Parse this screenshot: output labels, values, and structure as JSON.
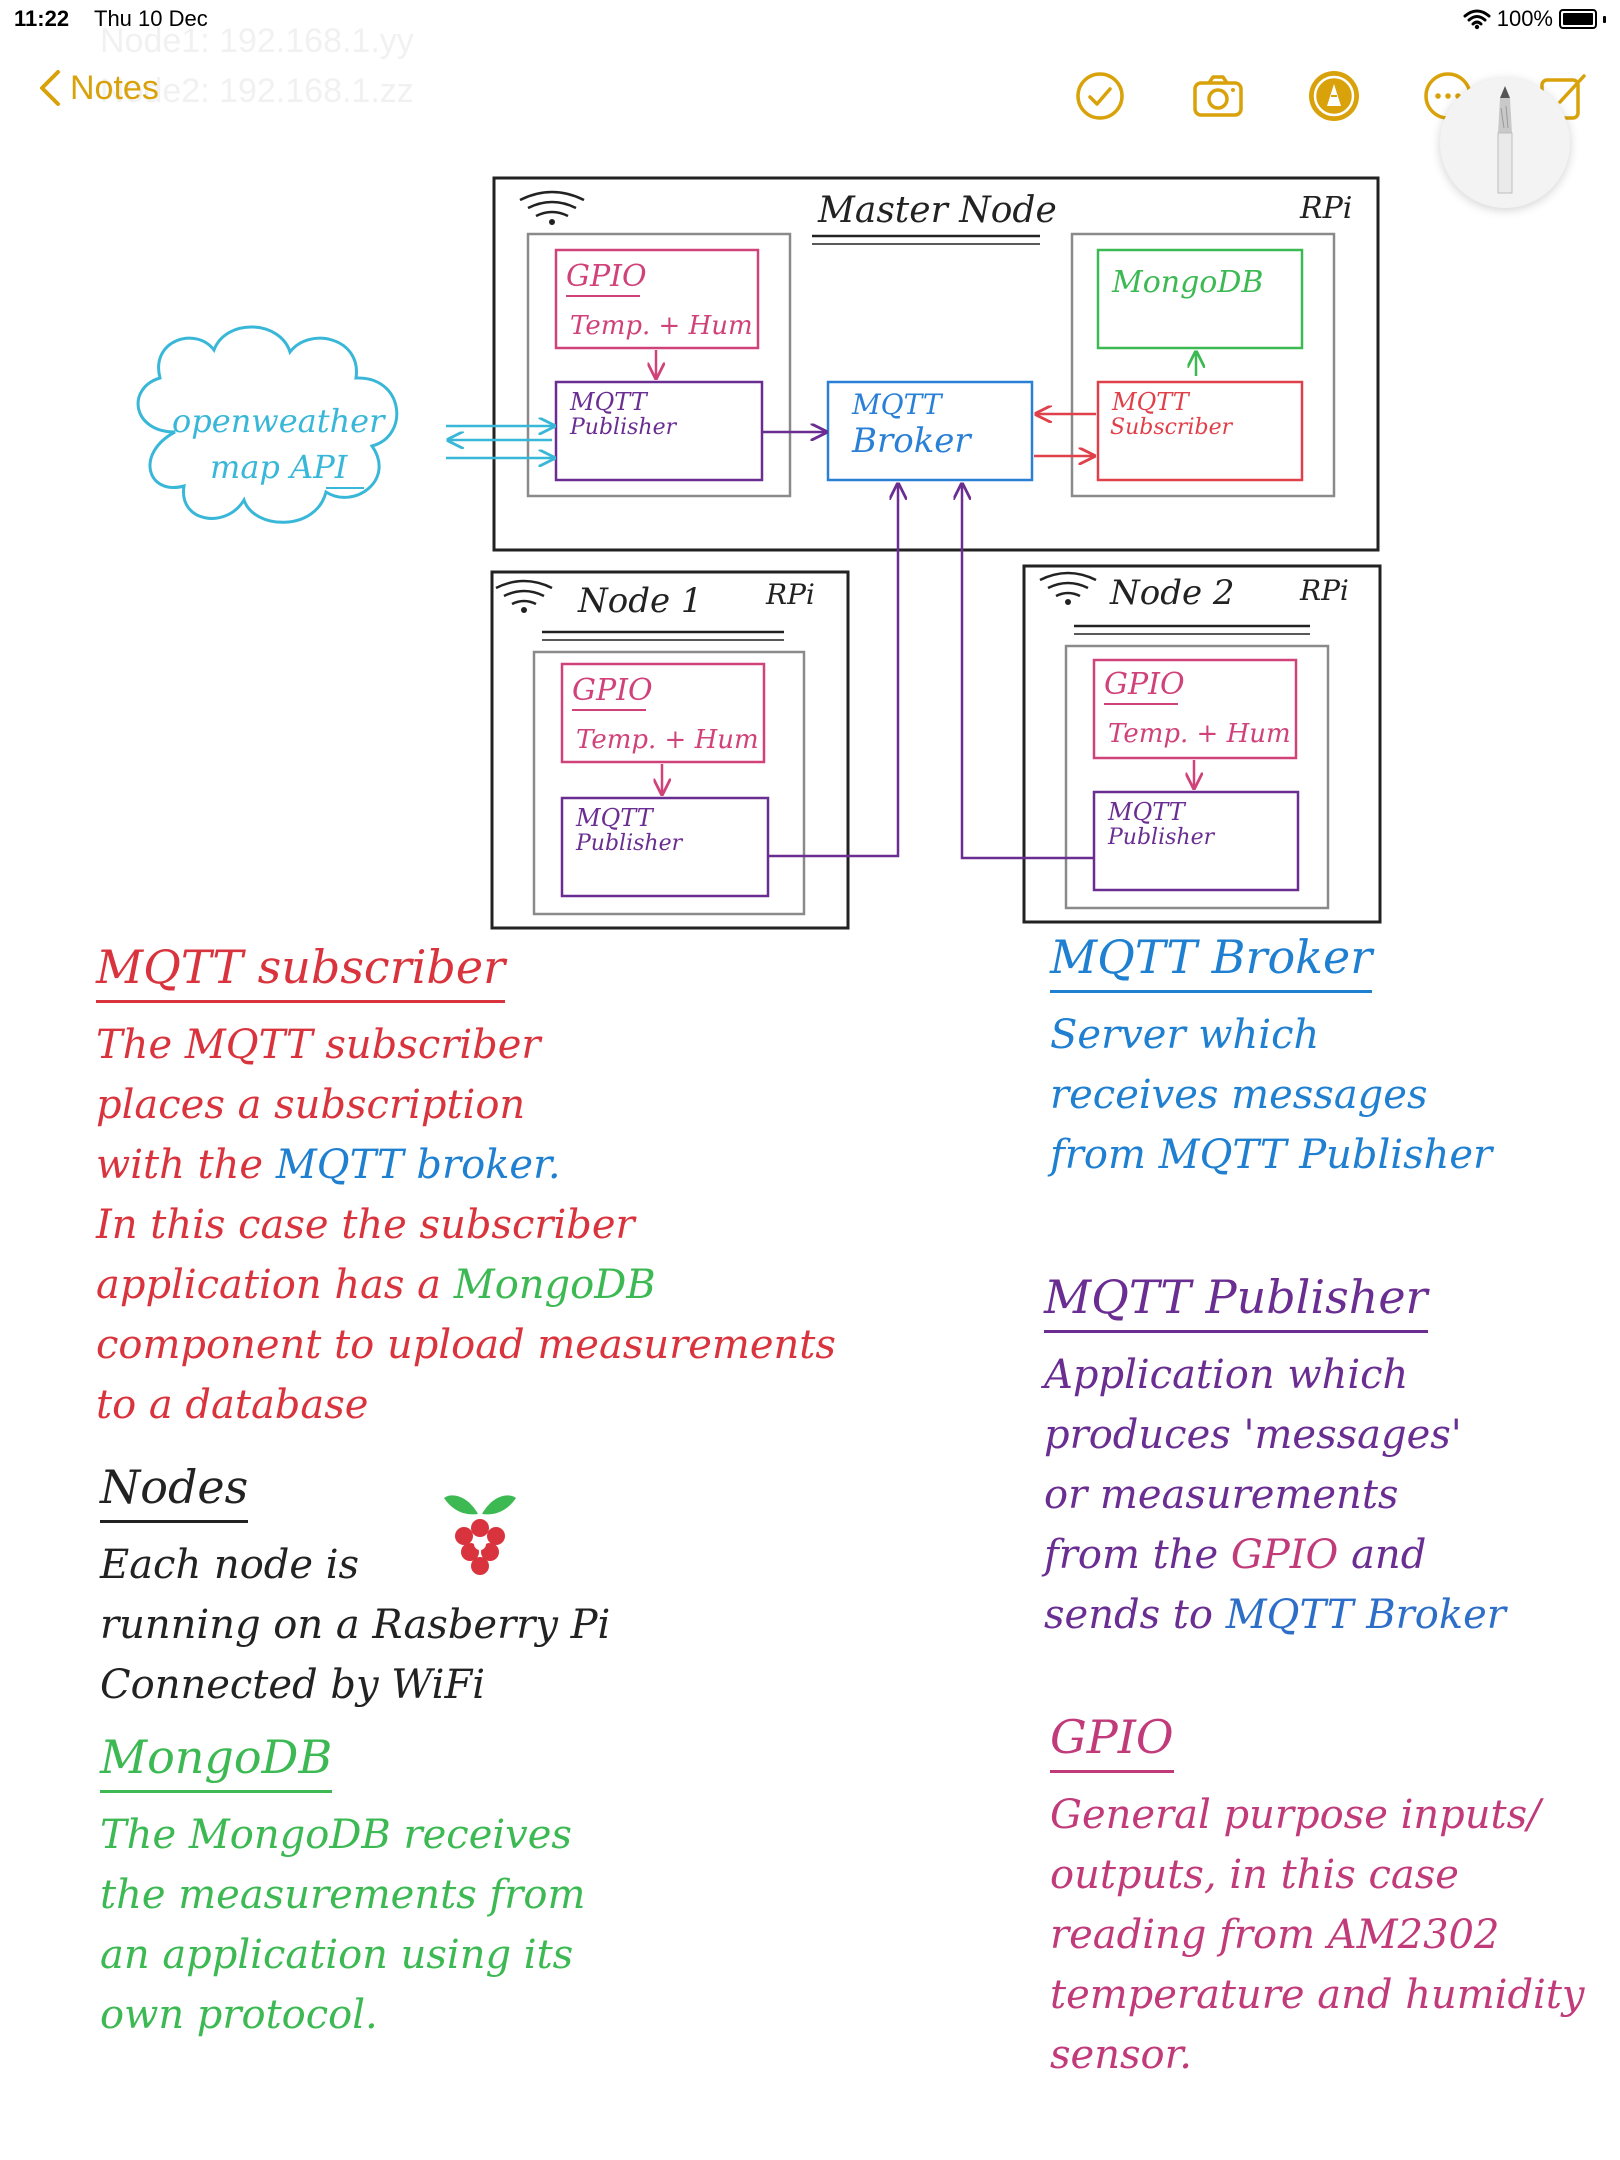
{
  "status_bar": {
    "time": "11:22",
    "date": "Thu 10 Dec",
    "battery": "100%"
  },
  "nav": {
    "back_label": "Notes",
    "ghost_lines": [
      "Node1: 192.168.1.yy",
      "Node2: 192.168.1.zz"
    ]
  },
  "colors": {
    "accent": "#d9a20b",
    "gpio": "#d0427a",
    "publisher": "#6a2d91",
    "broker": "#2a7fd6",
    "mongodb": "#3cb953",
    "subscriber": "#e0404a",
    "api": "#39b7d8"
  },
  "diagram": {
    "master": {
      "title": "Master Node",
      "rpi": "RPi",
      "gpio": "GPIO",
      "temp": "Temp. + Hum",
      "publisher_line1": "MQTT",
      "publisher_line2": "Publisher",
      "broker_line1": "MQTT",
      "broker_line2": "Broker",
      "mongodb": "MongoDB",
      "subscriber_line1": "MQTT",
      "subscriber_line2": "Subscriber"
    },
    "api": {
      "line1": "openweather",
      "line2": "map API"
    },
    "node1": {
      "title": "Node 1",
      "rpi": "RPi",
      "gpio": "GPIO",
      "temp": "Temp. + Hum",
      "publisher_line1": "MQTT",
      "publisher_line2": "Publisher"
    },
    "node2": {
      "title": "Node 2",
      "rpi": "RPi",
      "gpio": "GPIO",
      "temp": "Temp. + Hum",
      "publisher_line1": "MQTT",
      "publisher_line2": "Publisher"
    }
  },
  "notes": {
    "subscriber": {
      "title": "MQTT subscriber",
      "line1": "The MQTT subscriber",
      "line2": "places a subscription",
      "line3_pre": "with the",
      "line3_hl": "MQTT broker.",
      "line4": "In this case the subscriber",
      "line5_pre": "application has a",
      "line5_hl": "MongoDB",
      "line6": "component to upload measurements",
      "line7": "to a database"
    },
    "nodes": {
      "title": "Nodes",
      "line1": "Each node is",
      "line2": "running on a Rasberry Pi",
      "line3": "Connected by WiFi"
    },
    "mongodb": {
      "title": "MongoDB",
      "line1": "The MongoDB receives",
      "line2": "the measurements from",
      "line3": "an application using its",
      "line4": "own protocol."
    },
    "broker": {
      "title": "MQTT Broker",
      "line1": "Server which",
      "line2": "receives messages",
      "line3": "from MQTT Publisher"
    },
    "publisher": {
      "title": "MQTT Publisher",
      "line1": "Application which",
      "line2": "produces 'messages'",
      "line3": "or measurements",
      "line4_pre": "from the",
      "line4_hl": "GPIO",
      "line4_post": "and",
      "line5_pre": "sends to",
      "line5_hl": "MQTT Broker"
    },
    "gpio": {
      "title": "GPIO",
      "line1": "General purpose inputs/",
      "line2": "outputs, in this case",
      "line3": "reading from AM2302",
      "line4": "temperature and humidity",
      "line5": "sensor."
    }
  }
}
